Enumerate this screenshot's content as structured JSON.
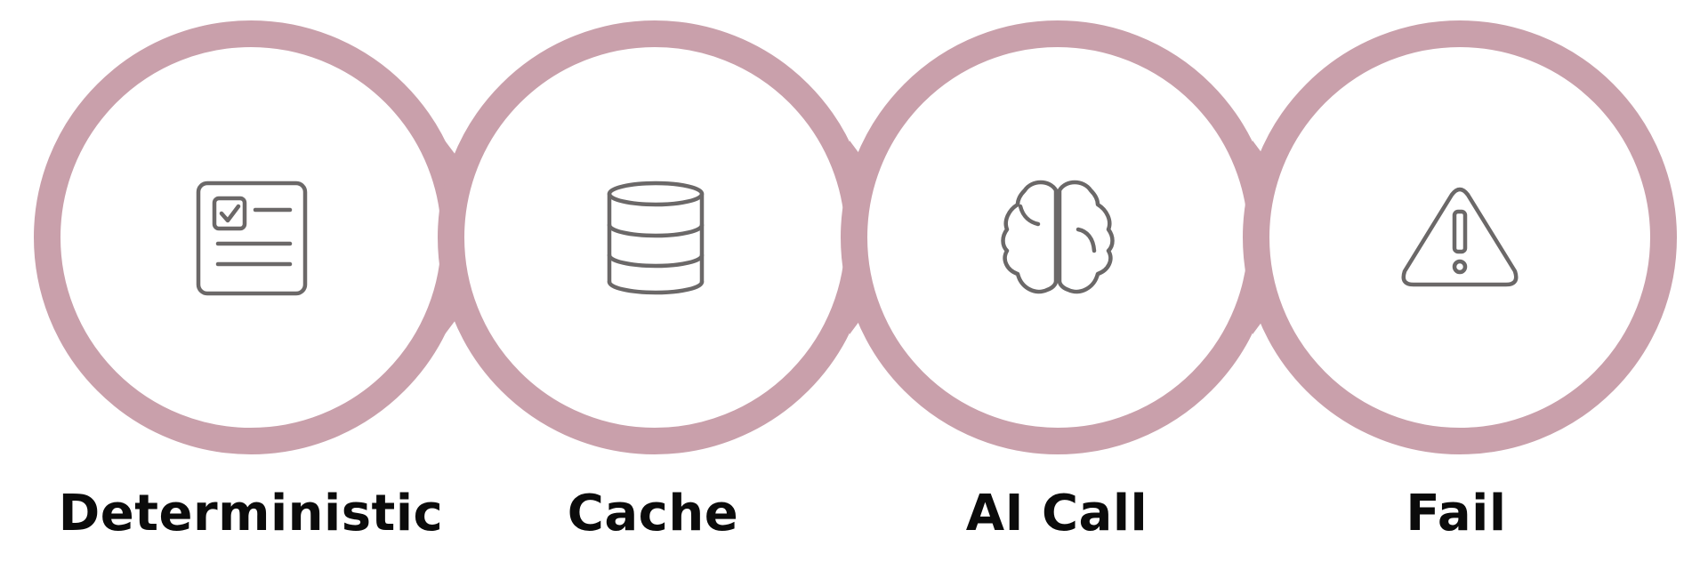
{
  "flow": {
    "accent_color": "#c9a0ab",
    "icon_color": "#6b6868",
    "steps": [
      {
        "label": "Deterministic",
        "icon": "checklist-document-icon"
      },
      {
        "label": "Cache",
        "icon": "database-icon"
      },
      {
        "label": "AI Call",
        "icon": "brain-icon"
      },
      {
        "label": "Fail",
        "icon": "warning-triangle-icon"
      }
    ]
  }
}
